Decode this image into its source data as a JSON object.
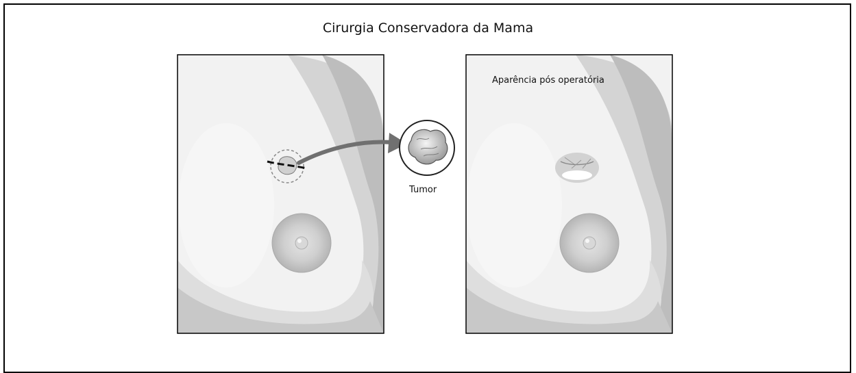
{
  "figure": {
    "title": "Cirurgia Conservadora da Mama",
    "tumor_label": "Tumor",
    "postop_label": "Aparência pós operatória"
  },
  "colors": {
    "skin_light": "#efefef",
    "skin_mid": "#d9d9d9",
    "skin_dark": "#bdbdbd",
    "arrow": "#6e6e6e",
    "border": "#000000"
  },
  "icons": [
    "scissors-incision-line",
    "tumor-magnified",
    "curved-arrow",
    "scar"
  ]
}
